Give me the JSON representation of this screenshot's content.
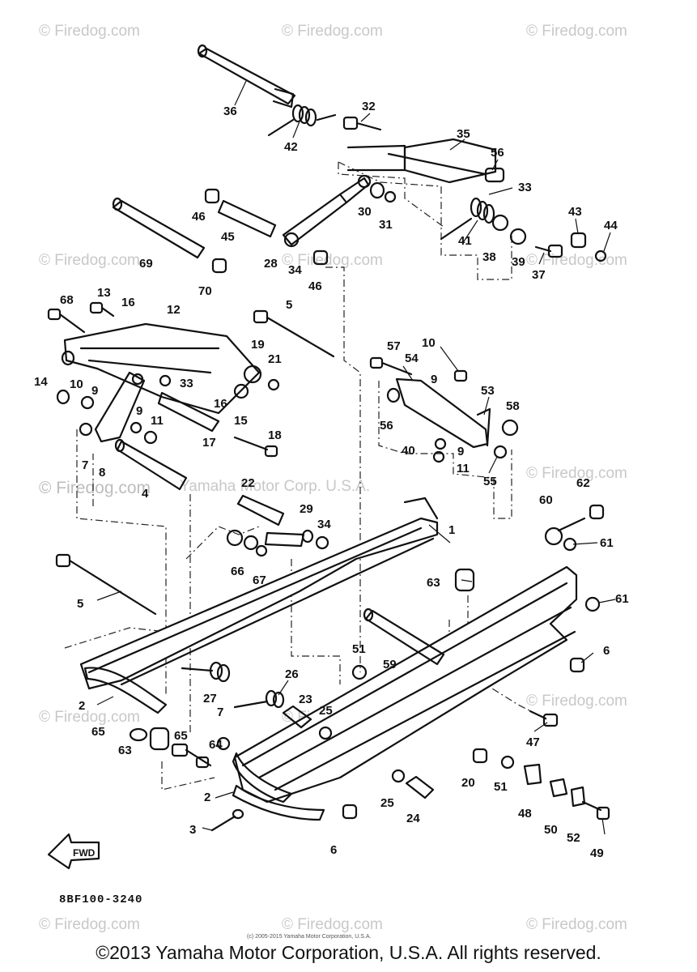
{
  "watermarks": [
    "© Firedog.com",
    "© Firedog.com",
    "© Firedog.com",
    "© Firedog.com",
    "© Firedog.com",
    "© Firedog.com",
    "© Firedog.com",
    "© Firedog.com",
    "© Firedog.com",
    "© Firedog.com",
    "© Firedog.com",
    "© Firedog.com",
    "© Firedog.com",
    "© Firedog.com"
  ],
  "center_watermark": "Yamaha Motor Corp. U.S.A.",
  "callouts": [
    "36",
    "32",
    "42",
    "35",
    "56",
    "33",
    "43",
    "44",
    "46",
    "45",
    "30",
    "31",
    "41",
    "38",
    "39",
    "37",
    "69",
    "28",
    "34",
    "46",
    "70",
    "5",
    "10",
    "57",
    "54",
    "68",
    "13",
    "16",
    "12",
    "19",
    "21",
    "14",
    "10",
    "9",
    "33",
    "16",
    "15",
    "9",
    "9",
    "11",
    "53",
    "58",
    "56",
    "40",
    "9",
    "11",
    "7",
    "8",
    "17",
    "18",
    "4",
    "22",
    "29",
    "34",
    "1",
    "62",
    "60",
    "61",
    "66",
    "67",
    "55",
    "63",
    "5",
    "61",
    "51",
    "59",
    "6",
    "26",
    "27",
    "2",
    "23",
    "25",
    "47",
    "65",
    "63",
    "65",
    "7",
    "64",
    "20",
    "51",
    "48",
    "50",
    "52",
    "49",
    "2",
    "25",
    "24",
    "3",
    "6"
  ],
  "fwd_label": "FWD",
  "drawing_code": "8BF100-3240",
  "small_copyright": "(c) 2005-2015 Yamaha Motor Corporation, U.S.A.",
  "footer_copyright": "©2013 Yamaha Motor Corporation, U.S.A. All rights reserved."
}
